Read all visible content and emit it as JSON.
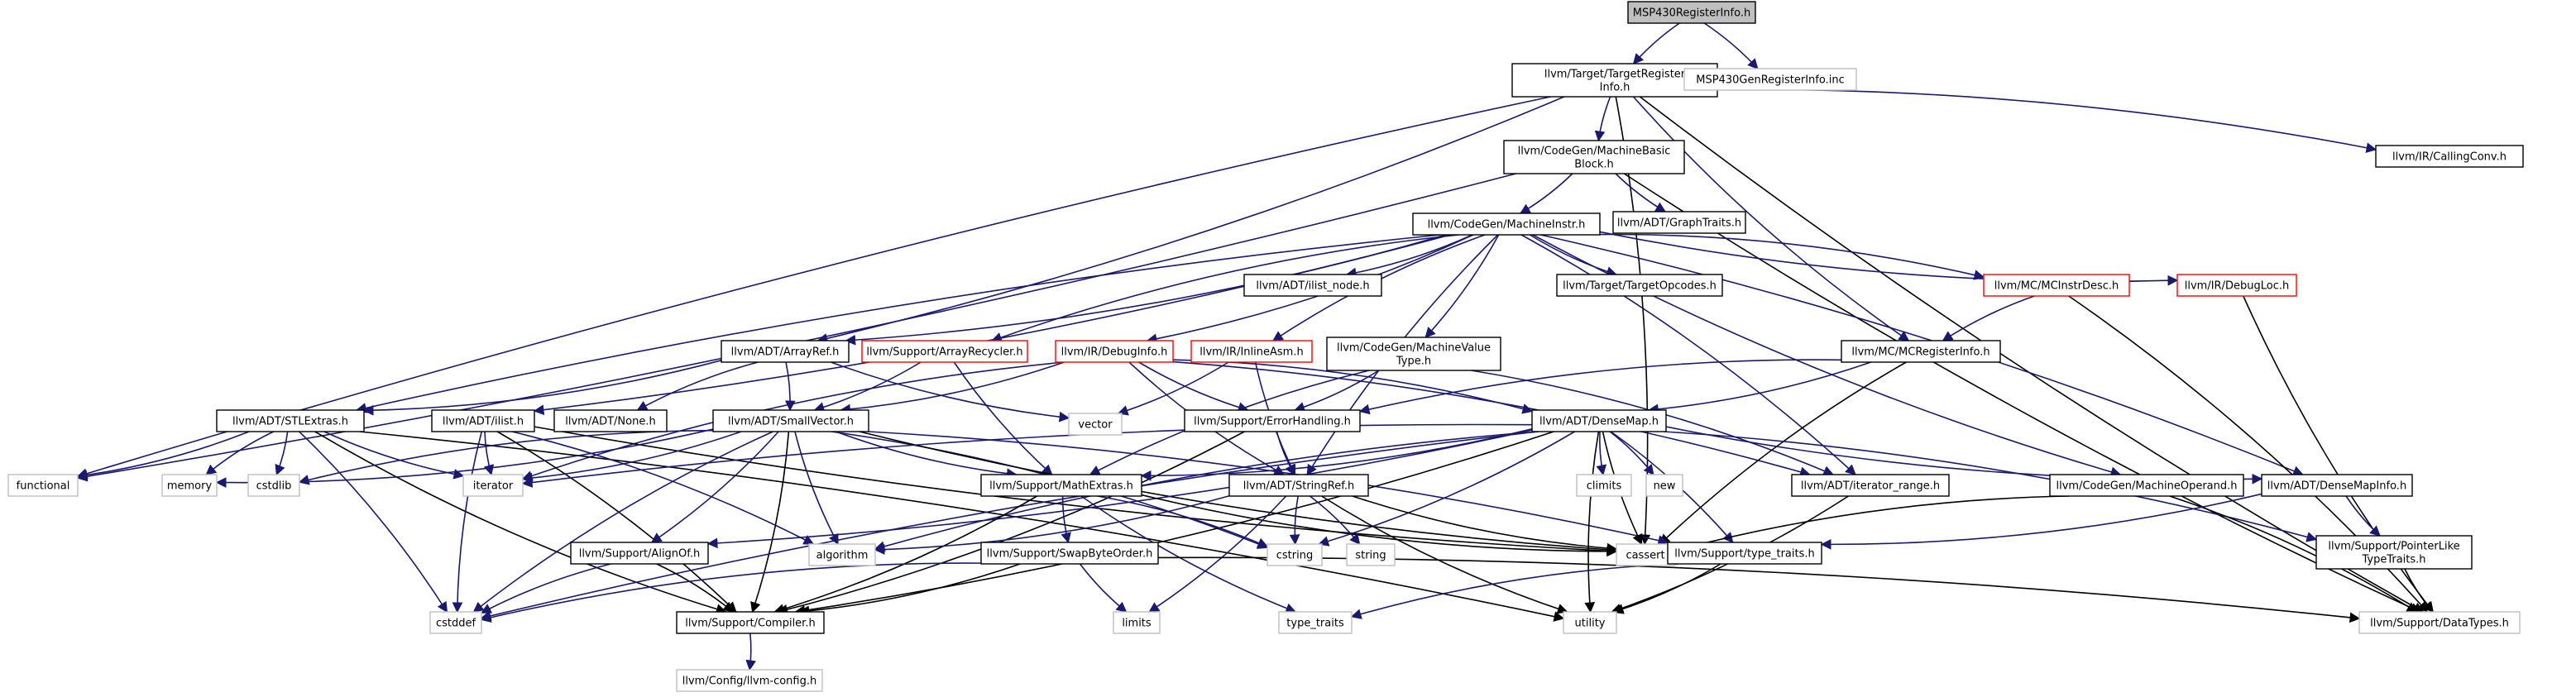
{
  "colors": {
    "background": "#ffffff",
    "root_fill": "#bfbfbf",
    "node_stroke": "#000000",
    "broken_link_stroke": "#ff0000",
    "system_header_stroke": "#bfbfbf",
    "edge": "#191970",
    "edge_dark": "#000000"
  },
  "nodes": [
    {
      "id": "root",
      "lines": [
        "MSP430RegisterInfo.h"
      ],
      "kind": "root"
    },
    {
      "id": "tri",
      "lines": [
        "llvm/Target/TargetRegister",
        "Info.h"
      ],
      "kind": "normal"
    },
    {
      "id": "gen",
      "lines": [
        "MSP430GenRegisterInfo.inc"
      ],
      "kind": "system"
    },
    {
      "id": "mbb",
      "lines": [
        "llvm/CodeGen/MachineBasic",
        "Block.h"
      ],
      "kind": "normal"
    },
    {
      "id": "callconv",
      "lines": [
        "llvm/IR/CallingConv.h"
      ],
      "kind": "normal"
    },
    {
      "id": "mi",
      "lines": [
        "llvm/CodeGen/MachineInstr.h"
      ],
      "kind": "normal"
    },
    {
      "id": "graphtraits",
      "lines": [
        "llvm/ADT/GraphTraits.h"
      ],
      "kind": "normal"
    },
    {
      "id": "ilistnode",
      "lines": [
        "llvm/ADT/ilist_node.h"
      ],
      "kind": "normal"
    },
    {
      "id": "targetopcodes",
      "lines": [
        "llvm/Target/TargetOpcodes.h"
      ],
      "kind": "normal"
    },
    {
      "id": "mcinstrdesc",
      "lines": [
        "llvm/MC/MCInstrDesc.h"
      ],
      "kind": "broken"
    },
    {
      "id": "debugloc",
      "lines": [
        "llvm/IR/DebugLoc.h"
      ],
      "kind": "broken"
    },
    {
      "id": "arrayref",
      "lines": [
        "llvm/ADT/ArrayRef.h"
      ],
      "kind": "normal"
    },
    {
      "id": "arrayrecycler",
      "lines": [
        "llvm/Support/ArrayRecycler.h"
      ],
      "kind": "broken"
    },
    {
      "id": "debuginfo",
      "lines": [
        "llvm/IR/DebugInfo.h"
      ],
      "kind": "broken"
    },
    {
      "id": "inlineasm",
      "lines": [
        "llvm/IR/InlineAsm.h"
      ],
      "kind": "broken"
    },
    {
      "id": "mvt",
      "lines": [
        "llvm/CodeGen/MachineValue",
        "Type.h"
      ],
      "kind": "normal"
    },
    {
      "id": "mcreginfo",
      "lines": [
        "llvm/MC/MCRegisterInfo.h"
      ],
      "kind": "normal"
    },
    {
      "id": "stlextras",
      "lines": [
        "llvm/ADT/STLExtras.h"
      ],
      "kind": "normal"
    },
    {
      "id": "ilist",
      "lines": [
        "llvm/ADT/ilist.h"
      ],
      "kind": "normal"
    },
    {
      "id": "none",
      "lines": [
        "llvm/ADT/None.h"
      ],
      "kind": "normal"
    },
    {
      "id": "smallvector",
      "lines": [
        "llvm/ADT/SmallVector.h"
      ],
      "kind": "normal"
    },
    {
      "id": "vector",
      "lines": [
        "vector"
      ],
      "kind": "system"
    },
    {
      "id": "errorhandling",
      "lines": [
        "llvm/Support/ErrorHandling.h"
      ],
      "kind": "normal"
    },
    {
      "id": "densemap",
      "lines": [
        "llvm/ADT/DenseMap.h"
      ],
      "kind": "normal"
    },
    {
      "id": "functional",
      "lines": [
        "functional"
      ],
      "kind": "system"
    },
    {
      "id": "memory",
      "lines": [
        "memory"
      ],
      "kind": "system"
    },
    {
      "id": "cstdlib",
      "lines": [
        "cstdlib"
      ],
      "kind": "system"
    },
    {
      "id": "iterator",
      "lines": [
        "iterator"
      ],
      "kind": "system"
    },
    {
      "id": "mathextras",
      "lines": [
        "llvm/Support/MathExtras.h"
      ],
      "kind": "normal"
    },
    {
      "id": "stringref",
      "lines": [
        "llvm/ADT/StringRef.h"
      ],
      "kind": "normal"
    },
    {
      "id": "climits",
      "lines": [
        "climits"
      ],
      "kind": "system"
    },
    {
      "id": "new",
      "lines": [
        "new"
      ],
      "kind": "system"
    },
    {
      "id": "iteratorrange",
      "lines": [
        "llvm/ADT/iterator_range.h"
      ],
      "kind": "normal"
    },
    {
      "id": "mo",
      "lines": [
        "llvm/CodeGen/MachineOperand.h"
      ],
      "kind": "normal"
    },
    {
      "id": "densemapinfo",
      "lines": [
        "llvm/ADT/DenseMapInfo.h"
      ],
      "kind": "normal"
    },
    {
      "id": "alignof",
      "lines": [
        "llvm/Support/AlignOf.h"
      ],
      "kind": "normal"
    },
    {
      "id": "algorithm",
      "lines": [
        "algorithm"
      ],
      "kind": "system"
    },
    {
      "id": "swapbyteorder",
      "lines": [
        "llvm/Support/SwapByteOrder.h"
      ],
      "kind": "normal"
    },
    {
      "id": "cstring",
      "lines": [
        "cstring"
      ],
      "kind": "system"
    },
    {
      "id": "string",
      "lines": [
        "string"
      ],
      "kind": "system"
    },
    {
      "id": "cassert",
      "lines": [
        "cassert"
      ],
      "kind": "system"
    },
    {
      "id": "typetraits",
      "lines": [
        "llvm/Support/type_traits.h"
      ],
      "kind": "normal"
    },
    {
      "id": "pointerlike",
      "lines": [
        "llvm/Support/PointerLike",
        "TypeTraits.h"
      ],
      "kind": "normal"
    },
    {
      "id": "cstddef",
      "lines": [
        "cstddef"
      ],
      "kind": "system"
    },
    {
      "id": "compiler",
      "lines": [
        "llvm/Support/Compiler.h"
      ],
      "kind": "normal"
    },
    {
      "id": "limits",
      "lines": [
        "limits"
      ],
      "kind": "system"
    },
    {
      "id": "stdtypetraits",
      "lines": [
        "type_traits"
      ],
      "kind": "system"
    },
    {
      "id": "utility",
      "lines": [
        "utility"
      ],
      "kind": "system"
    },
    {
      "id": "datatypes",
      "lines": [
        "llvm/Support/DataTypes.h"
      ],
      "kind": "system"
    },
    {
      "id": "llvmconfig",
      "lines": [
        "llvm/Config/llvm-config.h"
      ],
      "kind": "system"
    }
  ],
  "edges": [
    [
      "root",
      "tri"
    ],
    [
      "root",
      "gen"
    ],
    [
      "tri",
      "mbb"
    ],
    [
      "tri",
      "callconv"
    ],
    [
      "tri",
      "functional"
    ],
    [
      "tri",
      "arrayref"
    ],
    [
      "tri",
      "mcreginfo"
    ],
    [
      "tri",
      "cassert"
    ],
    [
      "tri",
      "datatypes"
    ],
    [
      "mbb",
      "mi"
    ],
    [
      "mbb",
      "graphtraits"
    ],
    [
      "mbb",
      "functional"
    ],
    [
      "mbb",
      "datatypes"
    ],
    [
      "mi",
      "ilistnode"
    ],
    [
      "mi",
      "targetopcodes"
    ],
    [
      "mi",
      "mcinstrdesc"
    ],
    [
      "mi",
      "debugloc"
    ],
    [
      "mi",
      "arrayref"
    ],
    [
      "mi",
      "arrayrecycler"
    ],
    [
      "mi",
      "debuginfo"
    ],
    [
      "mi",
      "inlineasm"
    ],
    [
      "mi",
      "mvt"
    ],
    [
      "mi",
      "stlextras"
    ],
    [
      "mi",
      "ilist"
    ],
    [
      "mi",
      "stringref"
    ],
    [
      "mi",
      "iteratorrange"
    ],
    [
      "mi",
      "mo"
    ],
    [
      "mi",
      "densemapinfo"
    ],
    [
      "mcinstrdesc",
      "mcreginfo"
    ],
    [
      "mcinstrdesc",
      "datatypes"
    ],
    [
      "debugloc",
      "datatypes"
    ],
    [
      "arrayref",
      "stlextras"
    ],
    [
      "arrayref",
      "none"
    ],
    [
      "arrayref",
      "smallvector"
    ],
    [
      "arrayref",
      "vector"
    ],
    [
      "arrayrecycler",
      "smallvector"
    ],
    [
      "arrayrecycler",
      "mathextras"
    ],
    [
      "debuginfo",
      "smallvector"
    ],
    [
      "debuginfo",
      "errorhandling"
    ],
    [
      "debuginfo",
      "densemap"
    ],
    [
      "debuginfo",
      "iterator"
    ],
    [
      "debuginfo",
      "iteratorrange"
    ],
    [
      "debuginfo",
      "stringref"
    ],
    [
      "inlineasm",
      "vector"
    ],
    [
      "inlineasm",
      "stringref"
    ],
    [
      "mvt",
      "errorhandling"
    ],
    [
      "mvt",
      "mathextras"
    ],
    [
      "mvt",
      "iteratorrange"
    ],
    [
      "mcreginfo",
      "errorhandling"
    ],
    [
      "mcreginfo",
      "densemap"
    ],
    [
      "mcreginfo",
      "cassert"
    ],
    [
      "stlextras",
      "functional"
    ],
    [
      "stlextras",
      "memory"
    ],
    [
      "stlextras",
      "cstdlib"
    ],
    [
      "stlextras",
      "iterator"
    ],
    [
      "stlextras",
      "cstddef"
    ],
    [
      "stlextras",
      "compiler"
    ],
    [
      "stlextras",
      "utility"
    ],
    [
      "ilist",
      "iterator"
    ],
    [
      "ilist",
      "algorithm"
    ],
    [
      "ilist",
      "cstddef"
    ],
    [
      "ilist",
      "compiler"
    ],
    [
      "ilist",
      "cassert"
    ],
    [
      "smallvector",
      "memory"
    ],
    [
      "smallvector",
      "cstdlib"
    ],
    [
      "smallvector",
      "iterator"
    ],
    [
      "smallvector",
      "mathextras"
    ],
    [
      "smallvector",
      "alignof"
    ],
    [
      "smallvector",
      "algorithm"
    ],
    [
      "smallvector",
      "cstring"
    ],
    [
      "smallvector",
      "cassert"
    ],
    [
      "smallvector",
      "typetraits"
    ],
    [
      "smallvector",
      "cstddef"
    ],
    [
      "smallvector",
      "compiler"
    ],
    [
      "errorhandling",
      "stringref"
    ],
    [
      "errorhandling",
      "compiler"
    ],
    [
      "densemap",
      "iterator"
    ],
    [
      "densemap",
      "mathextras"
    ],
    [
      "densemap",
      "climits"
    ],
    [
      "densemap",
      "new"
    ],
    [
      "densemap",
      "densemapinfo"
    ],
    [
      "densemap",
      "alignof"
    ],
    [
      "densemap",
      "algorithm"
    ],
    [
      "densemap",
      "cstring"
    ],
    [
      "densemap",
      "cassert"
    ],
    [
      "densemap",
      "typetraits"
    ],
    [
      "densemap",
      "cstddef"
    ],
    [
      "densemap",
      "compiler"
    ],
    [
      "densemap",
      "utility"
    ],
    [
      "densemap",
      "pointerlike"
    ],
    [
      "mathextras",
      "swapbyteorder"
    ],
    [
      "mathextras",
      "cstring"
    ],
    [
      "mathextras",
      "cassert"
    ],
    [
      "mathextras",
      "compiler"
    ],
    [
      "mathextras",
      "stdtypetraits"
    ],
    [
      "stringref",
      "algorithm"
    ],
    [
      "stringref",
      "cstring"
    ],
    [
      "stringref",
      "string"
    ],
    [
      "stringref",
      "cassert"
    ],
    [
      "stringref",
      "limits"
    ],
    [
      "stringref",
      "utility"
    ],
    [
      "iteratorrange",
      "utility"
    ],
    [
      "mo",
      "cassert"
    ],
    [
      "mo",
      "datatypes"
    ],
    [
      "densemapinfo",
      "pointerlike"
    ],
    [
      "densemapinfo",
      "typetraits"
    ],
    [
      "alignof",
      "cstddef"
    ],
    [
      "alignof",
      "compiler"
    ],
    [
      "swapbyteorder",
      "cstddef"
    ],
    [
      "swapbyteorder",
      "compiler"
    ],
    [
      "swapbyteorder",
      "limits"
    ],
    [
      "swapbyteorder",
      "datatypes"
    ],
    [
      "typetraits",
      "stdtypetraits"
    ],
    [
      "typetraits",
      "utility"
    ],
    [
      "pointerlike",
      "datatypes"
    ],
    [
      "compiler",
      "llvmconfig"
    ]
  ]
}
